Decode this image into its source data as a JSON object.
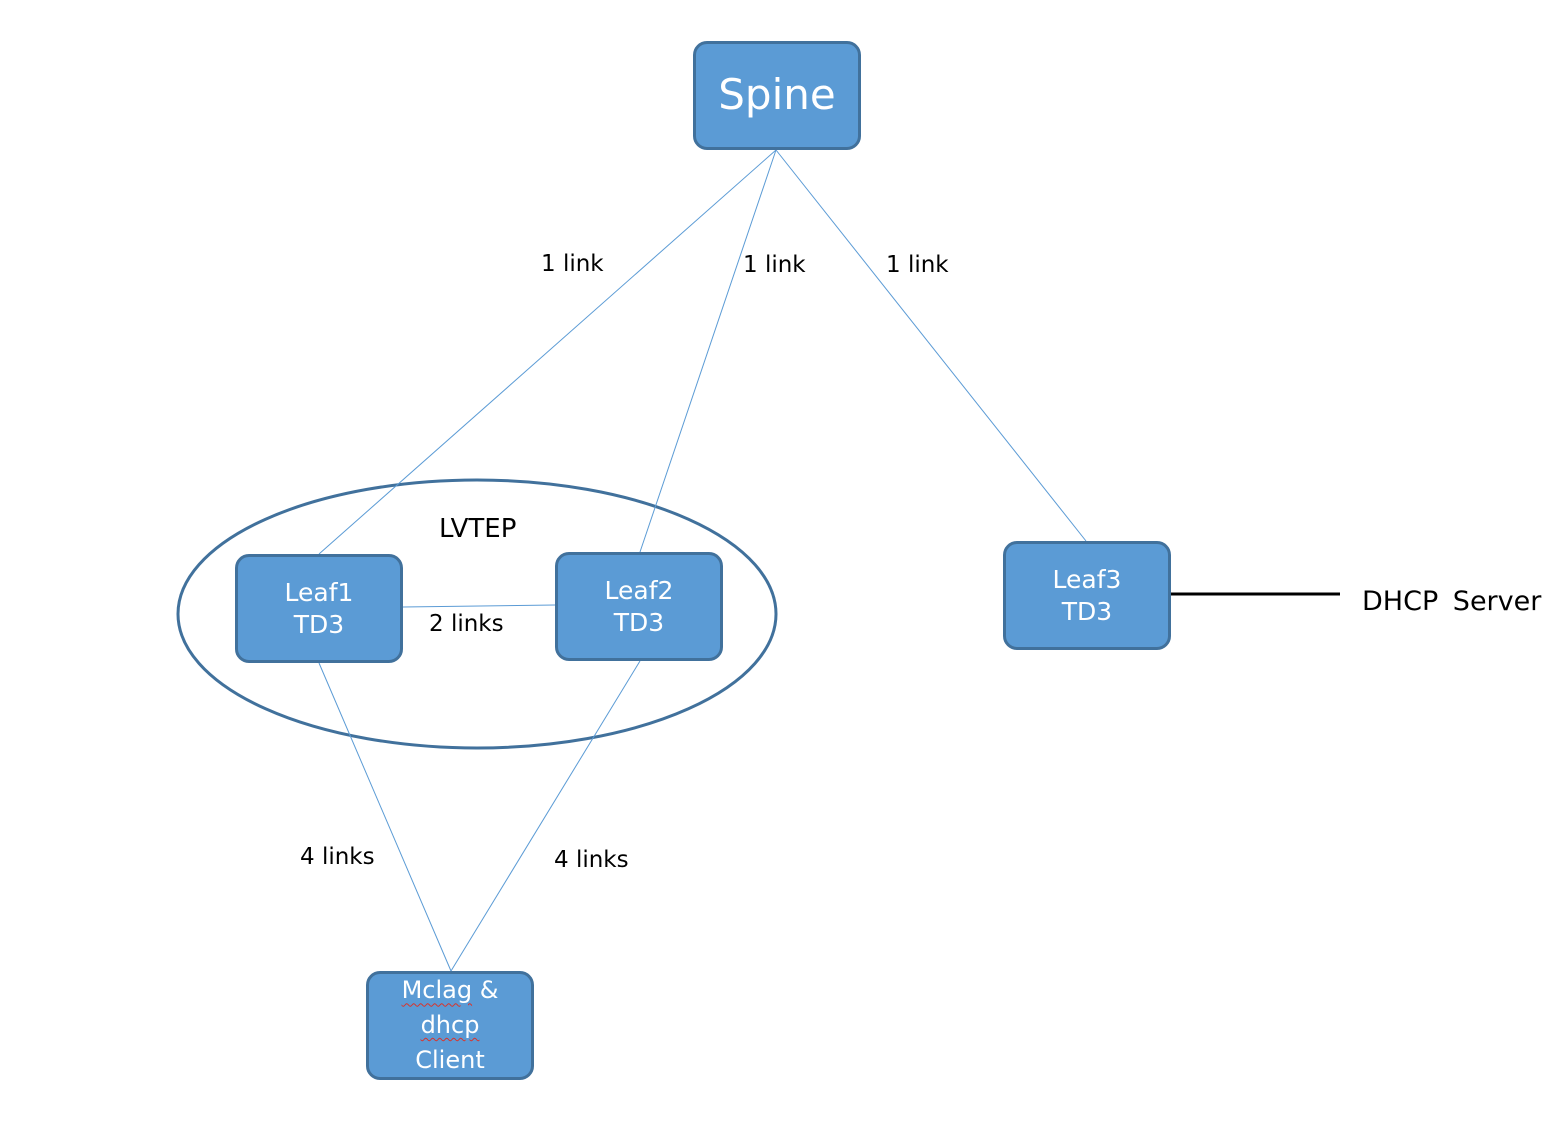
{
  "colors": {
    "node_fill": "#5b9bd5",
    "node_border": "#41719c",
    "link_line": "#5b9bd5",
    "group_ellipse": "#41719c",
    "server_line": "#000000",
    "node_text": "#ffffff",
    "label_text": "#000000",
    "spellcheck_underline": "#d9332a"
  },
  "nodes": {
    "spine": {
      "lines": [
        "Spine"
      ]
    },
    "leaf1": {
      "lines": [
        "Leaf1",
        "TD3"
      ]
    },
    "leaf2": {
      "lines": [
        "Leaf2",
        "TD3"
      ]
    },
    "leaf3": {
      "lines": [
        "Leaf3",
        "TD3"
      ]
    },
    "client": {
      "word1": "Mclag",
      "word1_suffix": " &",
      "word2": "dhcp",
      "line3": "Client"
    }
  },
  "group": {
    "label": "LVTEP"
  },
  "server": {
    "label": "DHCP Server"
  },
  "links": {
    "spine_leaf1": "1 link",
    "spine_leaf2": "1 link",
    "spine_leaf3": "1 link",
    "leaf1_leaf2": "2 links",
    "leaf1_client": "4 links",
    "leaf2_client": "4 links"
  }
}
